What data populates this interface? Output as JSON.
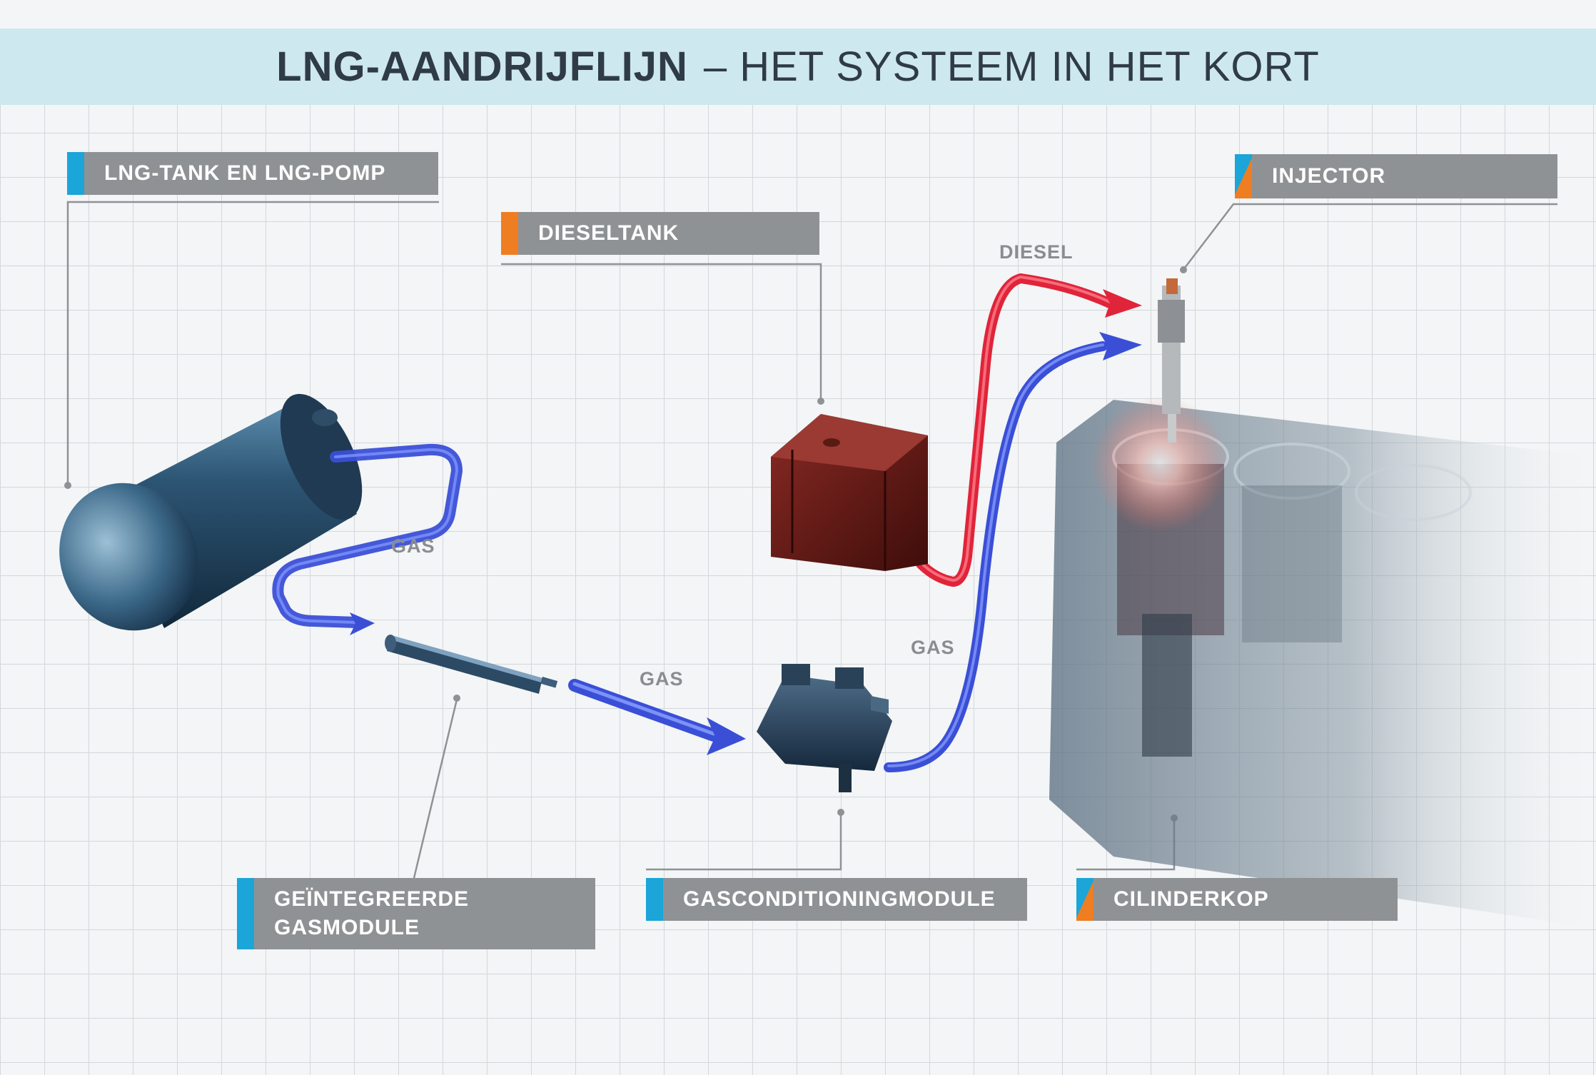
{
  "title": {
    "bold": "LNG-AANDRIJFLIJN",
    "light": "– HET SYSTEEM IN HET KORT"
  },
  "callouts": {
    "lng_tank": "LNG-TANK EN LNG-POMP",
    "dieseltank": "DIESELTANK",
    "injector": "INJECTOR",
    "gasmodule_line1": "GEÏNTEGREERDE",
    "gasmodule_line2": "GASMODULE",
    "gasconditioning": "GASCONDITIONINGMODULE",
    "cilinderkop": "CILINDERKOP"
  },
  "flow_labels": {
    "gas_1": "GAS",
    "gas_2": "GAS",
    "gas_3": "GAS",
    "diesel": "DIESEL"
  },
  "colors": {
    "accent_blue": "#1ba5d8",
    "accent_orange": "#ef7d22",
    "callout_gray": "#8f9294",
    "gas_pipe": "#3a4fd6",
    "diesel_pipe": "#e0243a"
  }
}
